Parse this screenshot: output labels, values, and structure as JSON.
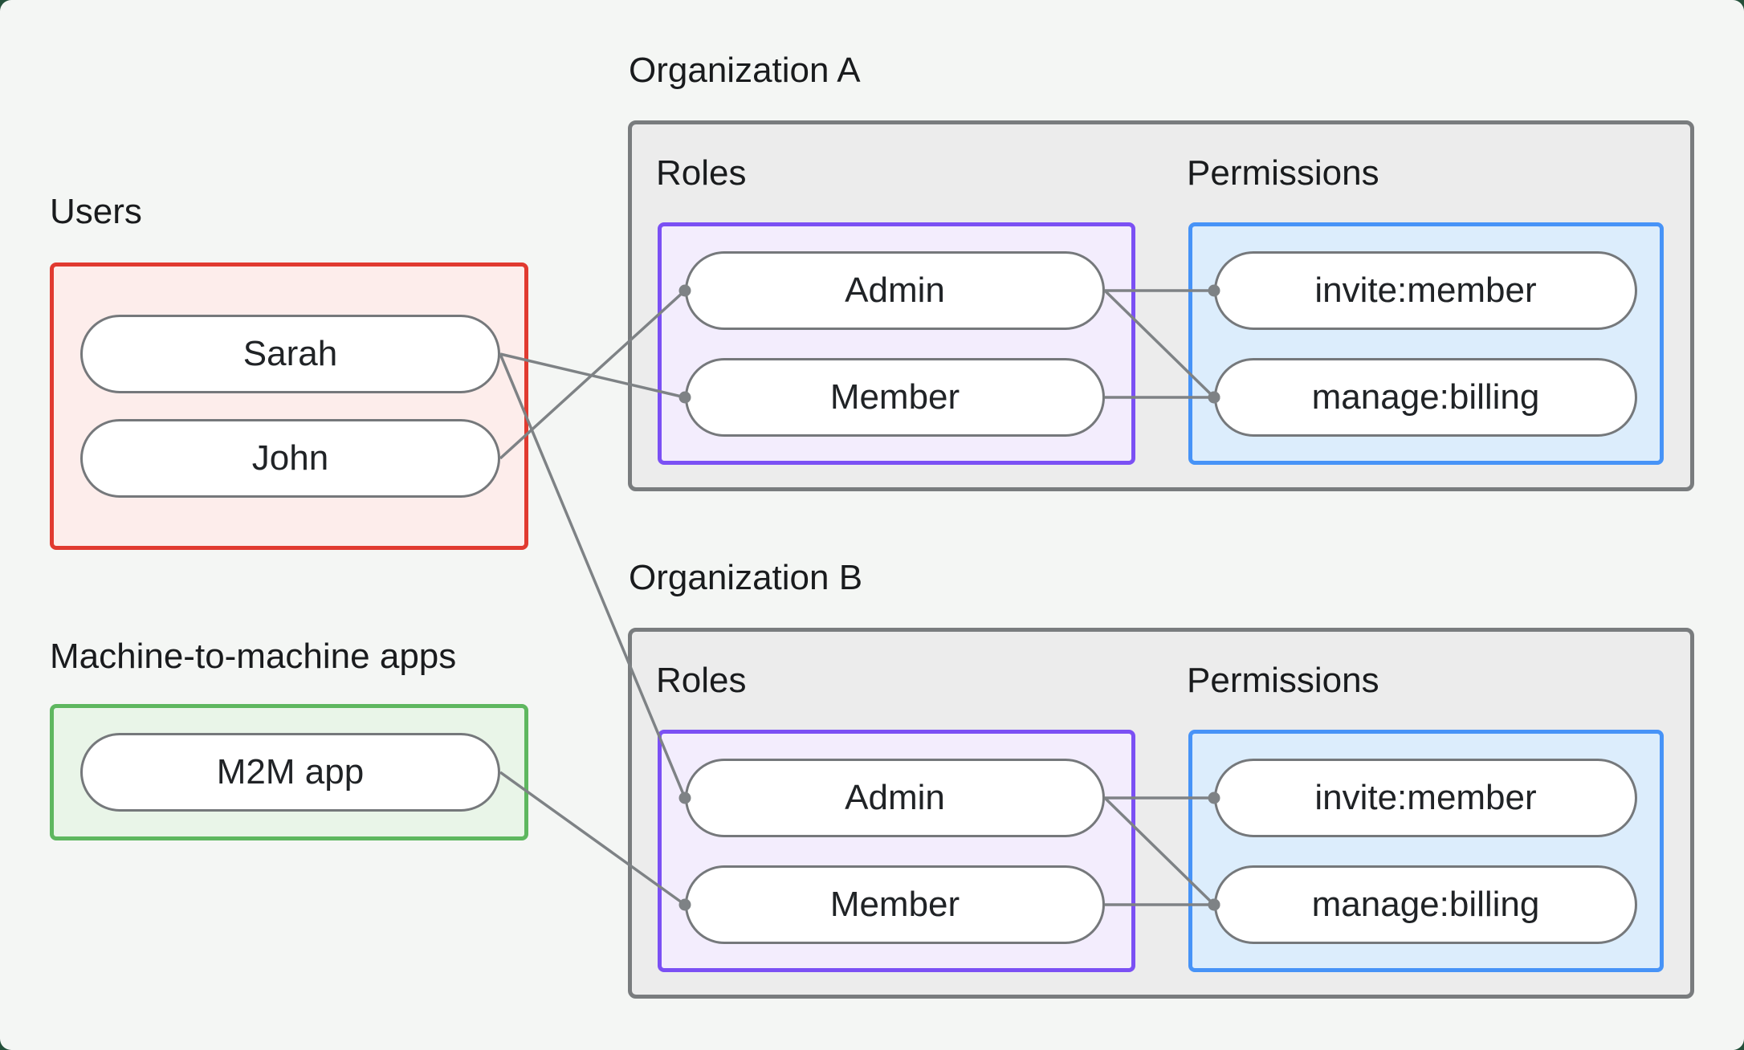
{
  "diagram": {
    "users_section": {
      "label": "Users",
      "items": [
        {
          "id": "sarah",
          "label": "Sarah"
        },
        {
          "id": "john",
          "label": "John"
        }
      ]
    },
    "m2m_section": {
      "label": "Machine-to-machine apps",
      "items": [
        {
          "id": "m2m",
          "label": "M2M app"
        }
      ]
    },
    "organizations": [
      {
        "id": "orgA",
        "label": "Organization A",
        "roles_label": "Roles",
        "permissions_label": "Permissions",
        "roles": [
          {
            "id": "orgA.admin",
            "label": "Admin"
          },
          {
            "id": "orgA.member",
            "label": "Member"
          }
        ],
        "permissions": [
          {
            "id": "orgA.invite",
            "label": "invite:member"
          },
          {
            "id": "orgA.manage",
            "label": "manage:billing"
          }
        ]
      },
      {
        "id": "orgB",
        "label": "Organization B",
        "roles_label": "Roles",
        "permissions_label": "Permissions",
        "roles": [
          {
            "id": "orgB.admin",
            "label": "Admin"
          },
          {
            "id": "orgB.member",
            "label": "Member"
          }
        ],
        "permissions": [
          {
            "id": "orgB.invite",
            "label": "invite:member"
          },
          {
            "id": "orgB.manage",
            "label": "manage:billing"
          }
        ]
      }
    ],
    "connections": [
      {
        "from": "john",
        "to": "orgA.admin"
      },
      {
        "from": "sarah",
        "to": "orgA.member"
      },
      {
        "from": "sarah",
        "to": "orgB.admin"
      },
      {
        "from": "m2m",
        "to": "orgB.member"
      },
      {
        "from": "orgA.admin",
        "to": "orgA.invite"
      },
      {
        "from": "orgA.admin",
        "to": "orgA.manage"
      },
      {
        "from": "orgA.member",
        "to": "orgA.manage"
      },
      {
        "from": "orgB.admin",
        "to": "orgB.invite"
      },
      {
        "from": "orgB.admin",
        "to": "orgB.manage"
      },
      {
        "from": "orgB.member",
        "to": "orgB.manage"
      }
    ],
    "colors": {
      "page_bg": "#24503a",
      "canvas_bg": "#f4f6f4",
      "users_border": "#e13a30",
      "users_fill": "#fdedeb",
      "m2m_border": "#5eb75f",
      "m2m_fill": "#e9f5e8",
      "org_border": "#797c7e",
      "org_fill": "#ececec",
      "roles_border": "#7b50f4",
      "roles_fill": "#f3edfd",
      "permissions_border": "#4793f7",
      "permissions_fill": "#dcedfc",
      "pill_border": "#75787b",
      "pill_fill": "#ffffff",
      "connector": "#7e8285",
      "text": "#1f2225"
    }
  }
}
